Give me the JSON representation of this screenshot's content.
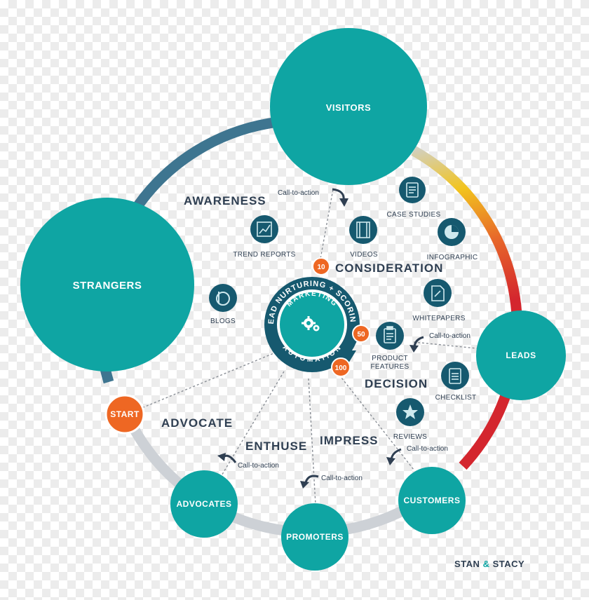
{
  "stages": {
    "awareness": "AWARENESS",
    "consideration": "CONSIDERATION",
    "decision": "DECISION",
    "advocate": "ADVOCATE",
    "enthuse": "ENTHUSE",
    "impress": "IMPRESS"
  },
  "circles": {
    "visitors": "VISITORS",
    "strangers": "STRANGERS",
    "leads": "LEADS",
    "customers": "CUSTOMERS",
    "promoters": "PROMOTERS",
    "advocates": "ADVOCATES",
    "start": "START"
  },
  "content_items": {
    "case_studies": "CASE STUDIES",
    "trend_reports": "TREND REPORTS",
    "videos": "VIDEOS",
    "infographic": "INFOGRAPHIC",
    "blogs": "BLOGS",
    "whitepapers": "WHITEPAPERS",
    "product_features_1": "PRODUCT",
    "product_features_2": "FEATURES",
    "checklist": "CHECKLIST",
    "reviews": "REVIEWS"
  },
  "cta": {
    "top": "Call-to-action",
    "leads": "Call-to-action",
    "customers": "Call-to-action",
    "advocates": "Call-to-action",
    "promoters": "Call-to-action"
  },
  "scores": {
    "s10": "10",
    "s50": "50",
    "s100": "100"
  },
  "hub": {
    "outer_text": "LEAD NURTURING + SCORING",
    "inner_top": "MARKETING",
    "inner_bottom": "AUTOMATION"
  },
  "brand": {
    "left": "STAN",
    "amp": "&",
    "right": "STACY"
  },
  "colors": {
    "teal": "#0fa5a3",
    "navy": "#16596f",
    "orange": "#ee6723",
    "ring_blue": "#3e7590",
    "ring_gray": "#cdd1d6",
    "ring_red": "#d4262e",
    "ring_yellow": "#f2c41e",
    "text_dark": "#2f3f52"
  }
}
